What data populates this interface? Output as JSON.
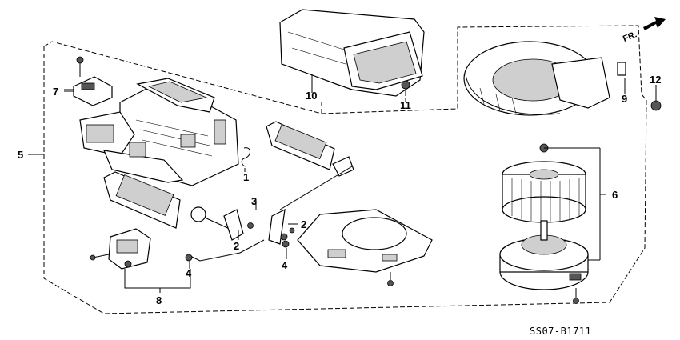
{
  "diagram": {
    "drawing_code": "SS07-B1711",
    "direction_label": "FR.",
    "callouts": {
      "c1": "1",
      "c2a": "2",
      "c2b": "2",
      "c3": "3",
      "c4a": "4",
      "c4b": "4",
      "c5": "5",
      "c6": "6",
      "c7": "7",
      "c8": "8",
      "c9": "9",
      "c10": "10",
      "c11": "11",
      "c12": "12"
    }
  }
}
